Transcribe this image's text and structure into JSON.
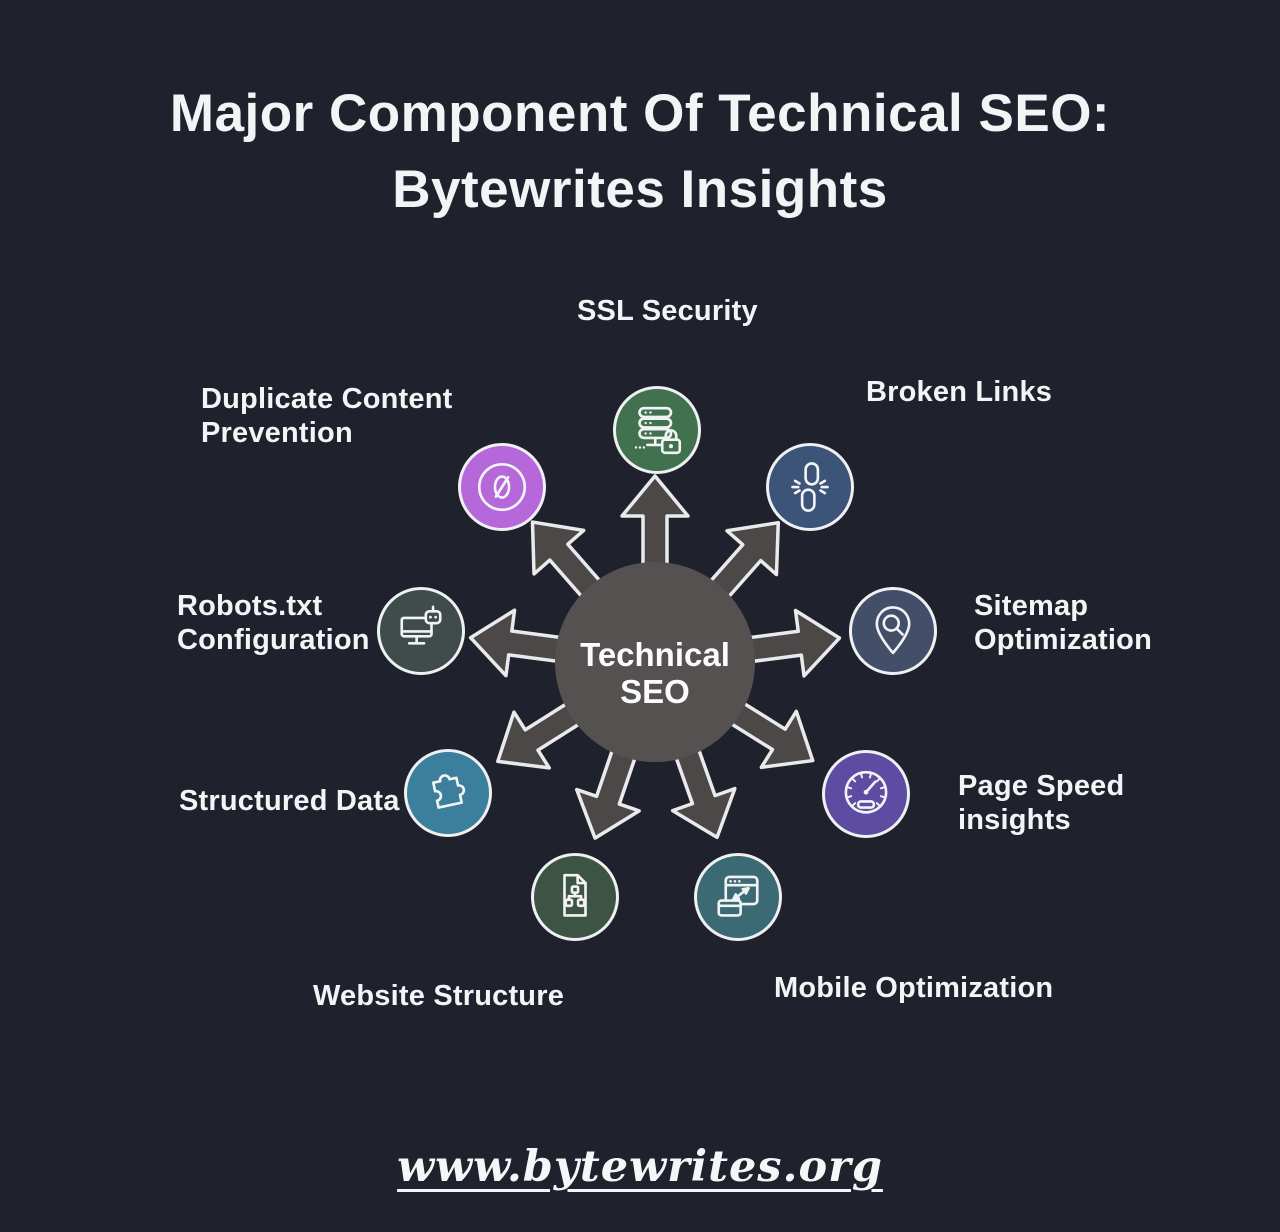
{
  "title": "Major Component Of Technical SEO:\nBytewrites Insights",
  "center": {
    "label": "Technical\nSEO",
    "circle_color": "#555150",
    "arrow_color": "#4b4847",
    "outline_color": "#e9eaec"
  },
  "nodes": [
    {
      "label": "SSL Security",
      "icon": "server-lock-icon",
      "color": "#41714f"
    },
    {
      "label": "Broken Links",
      "icon": "broken-link-icon",
      "color": "#3d5479"
    },
    {
      "label": "Sitemap\nOptimization",
      "icon": "map-pin-search-icon",
      "color": "#434f69"
    },
    {
      "label": "Page Speed\ninsights",
      "icon": "speedometer-icon",
      "color": "#5e4ca2"
    },
    {
      "label": "Mobile Optimization",
      "icon": "responsive-browser-icon",
      "color": "#3c6a74"
    },
    {
      "label": "Website Structure",
      "icon": "document-hierarchy-icon",
      "color": "#3d5445"
    },
    {
      "label": "Structured Data",
      "icon": "puzzle-piece-icon",
      "color": "#3c7f9c"
    },
    {
      "label": "Robots.txt\nConfiguration",
      "icon": "robot-monitor-icon",
      "color": "#3f4c4b"
    },
    {
      "label": "Duplicate Content\nPrevention",
      "icon": "slashed-zero-icon",
      "color": "#b667da"
    }
  ],
  "footer": {
    "url": "www.bytewrites.org"
  }
}
